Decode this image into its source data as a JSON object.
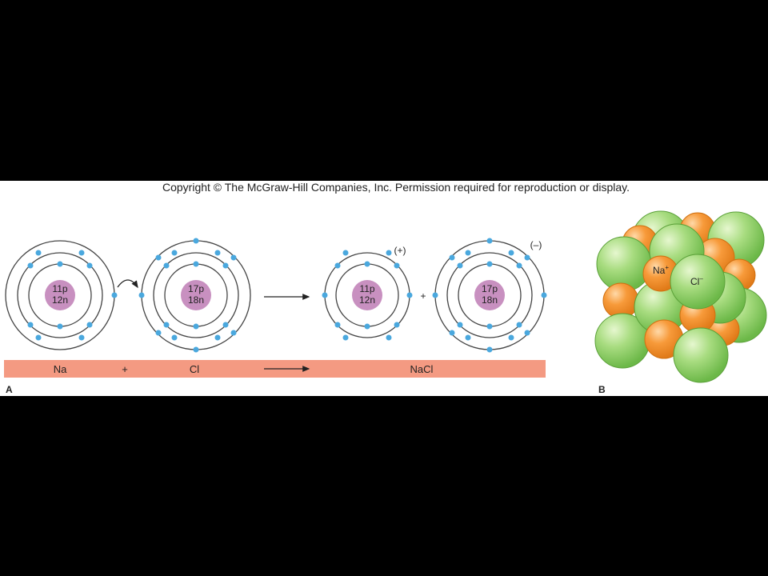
{
  "copyright": "Copyright © The McGraw-Hill Companies, Inc. Permission required for reproduction or display.",
  "panel_a": {
    "label": "A",
    "atoms": [
      {
        "protons": "11p",
        "neutrons": "12n",
        "charge": ""
      },
      {
        "protons": "17p",
        "neutrons": "18n",
        "charge": ""
      },
      {
        "protons": "11p",
        "neutrons": "12n",
        "charge": "(+)"
      },
      {
        "protons": "17p",
        "neutrons": "18n",
        "charge": "(–)"
      }
    ],
    "ion_plus": "+",
    "equation": {
      "left": "Na",
      "plus": "+",
      "right": "Cl",
      "product": "NaCl"
    }
  },
  "panel_b": {
    "label": "B",
    "na_label": "Na",
    "na_sup": "+",
    "cl_label": "Cl",
    "cl_sup": "–"
  },
  "colors": {
    "nucleus": "#c890c0",
    "electron": "#4aa8de",
    "equation_bar": "#f49a82",
    "chlorine": "#8cd068",
    "sodium": "#f4902e"
  }
}
